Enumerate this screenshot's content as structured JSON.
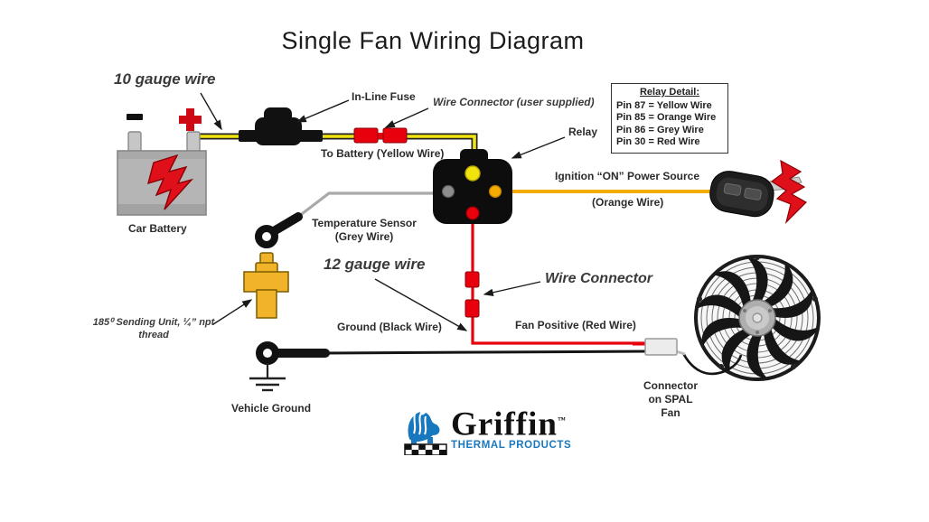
{
  "title": "Single Fan Wiring Diagram",
  "labels": {
    "ten_gauge": "10 gauge wire",
    "twelve_gauge": "12 gauge wire",
    "inline_fuse": "In-Line Fuse",
    "wire_connector_user": "Wire Connector (user supplied)",
    "to_battery": "To Battery (Yellow Wire)",
    "relay": "Relay",
    "ignition_power": "Ignition “ON” Power Source",
    "ignition_wire": "(Orange Wire)",
    "car_battery": "Car Battery",
    "temp_sensor_line1": "Temperature Sensor",
    "temp_sensor_line2": "(Grey Wire)",
    "sending_unit_line1": "185⁰ Sending Unit, ¼” npt",
    "sending_unit_line2": "thread",
    "ground": "Ground (Black Wire)",
    "fan_positive": "Fan Positive (Red Wire)",
    "wire_connector2": "Wire Connector",
    "vehicle_ground": "Vehicle Ground",
    "connector_spal_line1": "Connector",
    "connector_spal_line2": "on SPAL",
    "connector_spal_line3": "Fan"
  },
  "relay_detail": {
    "title": "Relay Detail:",
    "pins": [
      "Pin 87 = Yellow Wire",
      "Pin 85 = Orange Wire",
      "Pin 86 = Grey Wire",
      "Pin 30 = Red Wire"
    ]
  },
  "logo": {
    "name": "Griffin",
    "tm": "™",
    "tagline": "THERMAL PRODUCTS"
  },
  "colors": {
    "yellow_wire": "#f2e30e",
    "orange_wire": "#f5ac00",
    "grey_wire": "#a9a9a9",
    "red_wire": "#e8000d",
    "black_wire": "#141414",
    "battery_grey": "#b5b5b5",
    "sending_unit_gold": "#f0b32a",
    "logo_blue": "#1878be"
  }
}
